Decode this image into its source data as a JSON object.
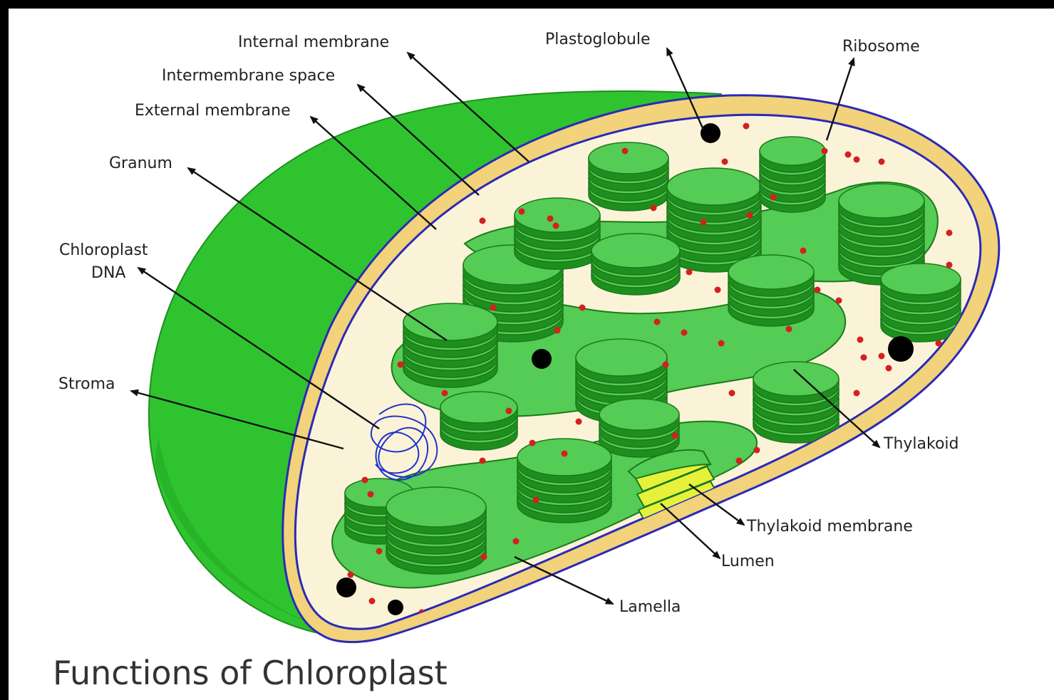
{
  "title": "Functions of Chloroplast",
  "labels": {
    "internal_membrane": "Internal membrane",
    "intermembrane_space": "Intermembrane space",
    "external_membrane": "External membrane",
    "granum": "Granum",
    "chloroplast_dna_line1": "Chloroplast",
    "chloroplast_dna_line2": "DNA",
    "stroma": "Stroma",
    "plastoglobule": "Plastoglobule",
    "ribosome": "Ribosome",
    "thylakoid": "Thylakoid",
    "thylakoid_membrane": "Thylakoid membrane",
    "lumen": "Lumen",
    "lamella": "Lamella"
  },
  "colors": {
    "outer_green": "#2fc42f",
    "dark_green": "#1e8f1e",
    "thylakoid_green": "#55cc55",
    "thylakoid_edge": "#1a7a1a",
    "stroma": "#fbf3d8",
    "intermembrane": "#f2d27a",
    "membrane_blue": "#2a2ab8",
    "ribosome_red": "#d42020",
    "plastoglobule_black": "#000000",
    "lumen_yellow": "#e6f23a",
    "dna_blue": "#2233cc"
  }
}
